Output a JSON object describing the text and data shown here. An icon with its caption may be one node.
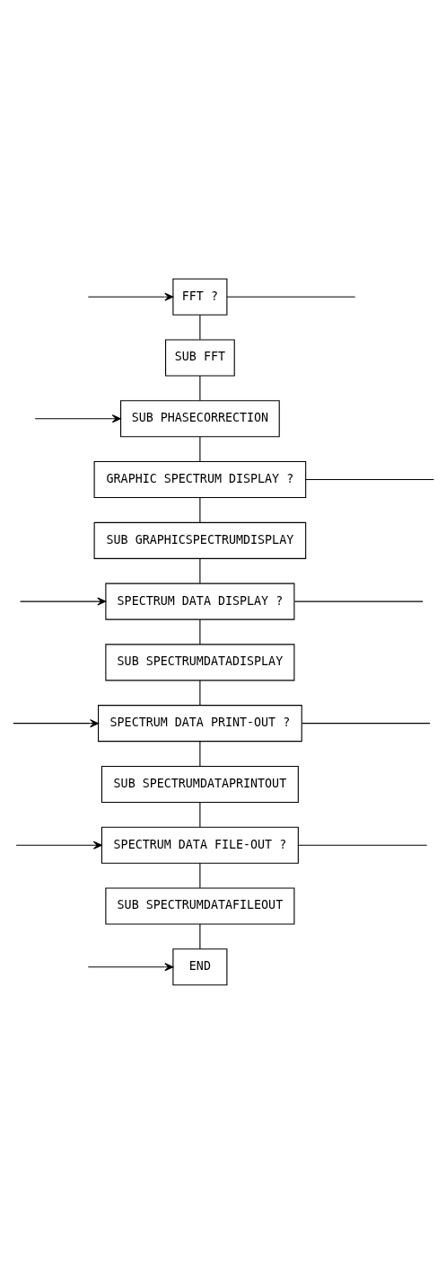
{
  "diagram": {
    "nodes": [
      {
        "text": [
          "FFT ?"
        ]
      },
      {
        "text": [
          "SUB FFT"
        ]
      },
      {
        "text": [
          "SUB PHASECORRECTION"
        ]
      },
      {
        "text": [
          "GRAPHIC SPECTRUM DISPLAY ?"
        ]
      },
      {
        "text": [
          "SUB GRAPHICSPECTRUMDISPLAY"
        ]
      },
      {
        "text": [
          "SPECTRUM DATA DISPLAY ?"
        ]
      },
      {
        "text": [
          "SUB SPECTRUMDATADISPLAY"
        ]
      },
      {
        "text": [
          "SPECTRUM DATA PRINT-OUT ?"
        ]
      },
      {
        "text": [
          "SUB SPECTRUMDATAPRINTOUT"
        ]
      },
      {
        "text": [
          "SPECTRUM DATA FILE-OUT ?"
        ]
      },
      {
        "text": [
          "SUB SPECTRUMDATAFILEOUT"
        ]
      },
      {
        "text": [
          "END"
        ]
      }
    ],
    "edges": [
      {
        "from": 0,
        "to": null,
        "arrow": "none"
      },
      {
        "from": null,
        "to": 0,
        "arrow": "to"
      },
      {
        "from": 0,
        "to": 1,
        "arrow": "none"
      },
      {
        "from": null,
        "to": 2,
        "arrow": "to"
      },
      {
        "from": 1,
        "to": 2,
        "arrow": "none"
      },
      {
        "from": 2,
        "to": 3,
        "arrow": "none"
      },
      {
        "from": 3,
        "to": null,
        "arrow": "none"
      },
      {
        "from": 3,
        "to": 4,
        "arrow": "none"
      },
      {
        "from": 5,
        "to": null,
        "arrow": "none"
      },
      {
        "from": null,
        "to": 5,
        "arrow": "to"
      },
      {
        "from": 4,
        "to": 5,
        "arrow": "none"
      },
      {
        "from": 5,
        "to": 6,
        "arrow": "none"
      },
      {
        "from": 7,
        "to": null,
        "arrow": "none"
      },
      {
        "from": null,
        "to": 7,
        "arrow": "to"
      },
      {
        "from": 6,
        "to": 7,
        "arrow": "none"
      },
      {
        "from": 7,
        "to": 8,
        "arrow": "none"
      },
      {
        "from": 9,
        "to": null,
        "arrow": "none"
      },
      {
        "from": null,
        "to": 9,
        "arrow": "to"
      },
      {
        "from": 8,
        "to": 9,
        "arrow": "none"
      },
      {
        "from": 9,
        "to": 10,
        "arrow": "none"
      },
      {
        "from": null,
        "to": 11,
        "arrow": "to"
      },
      {
        "from": 10,
        "to": 11,
        "arrow": "none"
      }
    ]
  }
}
